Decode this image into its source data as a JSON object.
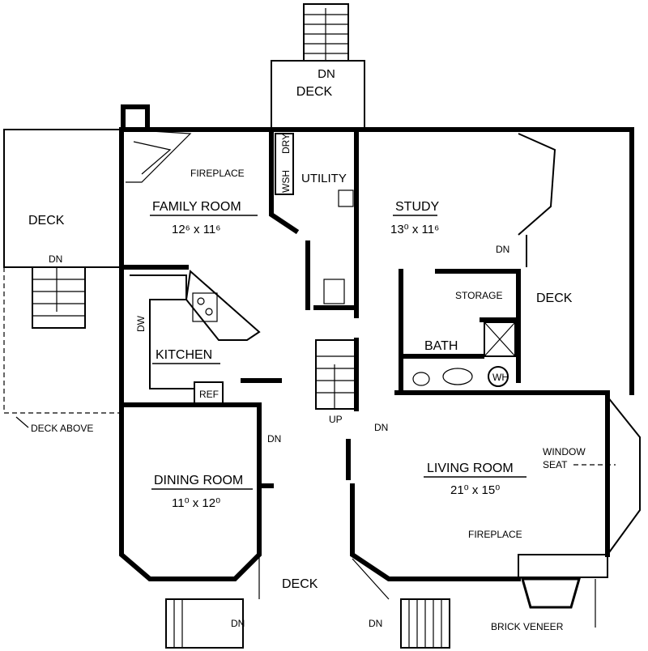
{
  "title": "First Floor Plan",
  "labels": {
    "deck_top": "DECK",
    "dn_top": "DN",
    "dry": "DRY",
    "wsh": "WSH",
    "utility": "UTILITY",
    "fireplace_family": "FIREPLACE",
    "family_room": "FAMILY ROOM",
    "family_room_size": "12⁶ x 11⁶",
    "study": "STUDY",
    "study_size": "13⁰ x 11⁶",
    "deck_left": "DECK",
    "dn_left": "DN",
    "dn_study": "DN",
    "storage": "STORAGE",
    "deck_right": "DECK",
    "kitchen": "KITCHEN",
    "dw": "DW",
    "bath": "BATH",
    "wh": "WH",
    "ref": "REF",
    "up": "UP",
    "dn_hall": "DN",
    "deck_above": "DECK ABOVE",
    "dn_dining": "DN",
    "window_seat_1": "WINDOW",
    "window_seat_2": "SEAT",
    "dining_room": "DINING ROOM",
    "dining_room_size": "11⁰ x 12⁰",
    "living_room": "LIVING ROOM",
    "living_room_size": "21⁰ x 15⁰",
    "fireplace_living": "FIREPLACE",
    "deck_bottom": "DECK",
    "dn_bottom_left": "DN",
    "dn_bottom_right": "DN",
    "brick_veneer": "BRICK VENEER"
  }
}
